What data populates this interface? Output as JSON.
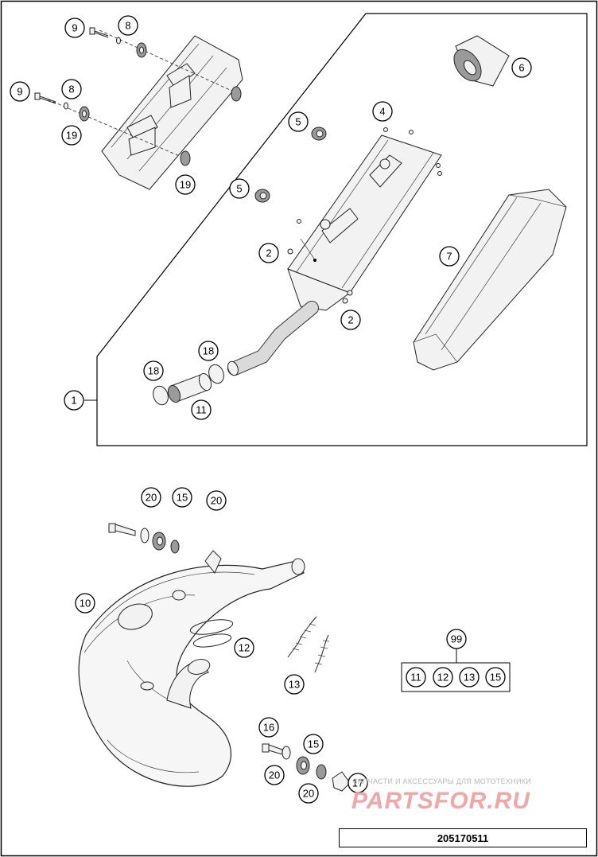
{
  "diagram": {
    "callouts": {
      "c9a": "9",
      "c8a": "8",
      "c9b": "9",
      "c8b": "8",
      "c19a": "19",
      "c19b": "19",
      "c5a": "5",
      "c5b": "5",
      "c4": "4",
      "c6": "6",
      "c7": "7",
      "c2a": "2",
      "c2b": "2",
      "c18a": "18",
      "c18b": "18",
      "c11": "11",
      "c1": "1",
      "c20a": "20",
      "c15a": "15",
      "c20b": "20",
      "c10": "10",
      "c12": "12",
      "c13": "13",
      "c99": "99",
      "c16": "16",
      "c15b": "15",
      "c20c": "20",
      "c20d": "20",
      "c17": "17"
    },
    "kit_99_contents": [
      "11",
      "12",
      "13",
      "15"
    ]
  },
  "watermark": {
    "tagline": "ЗАПЧАСТИ И АКСЕССУАРЫ ДЛЯ МОТОТЕХНИКИ",
    "logo": "PARTSFOR.RU"
  },
  "document_number": "205170511"
}
